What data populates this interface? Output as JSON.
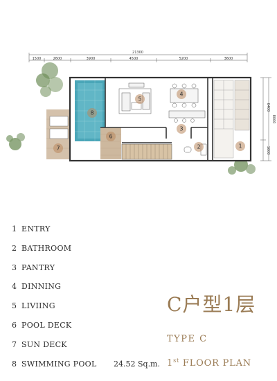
{
  "dimensions": {
    "total": "21300",
    "segments": [
      "1500",
      "2600",
      "3900",
      "4500",
      "5200",
      "3600"
    ],
    "right_total": "8000",
    "right_top": "6400",
    "right_bottom": "1600"
  },
  "rooms": [
    {
      "num": "1",
      "name": "ENTRY"
    },
    {
      "num": "2",
      "name": "BATHROOM"
    },
    {
      "num": "3",
      "name": "PANTRY"
    },
    {
      "num": "4",
      "name": "DINNING"
    },
    {
      "num": "5",
      "name": "LIVIING"
    },
    {
      "num": "6",
      "name": "POOL DECK"
    },
    {
      "num": "7",
      "name": "SUN DECK"
    },
    {
      "num": "8",
      "name": "SWIMMING POOL"
    }
  ],
  "area": "24.52  Sq.m.",
  "title_cn": "C户型1层",
  "type_label": "TYPE  C",
  "floor_ordinal": "1",
  "floor_suffix": "st",
  "floor_label": " FLOOR PLAN",
  "colors": {
    "accent_text": "#9a7b54",
    "room_marker": "#b9895f",
    "pool_water": "#4aa6b8",
    "deck_wood": "#c9b296",
    "wall": "#333333",
    "greenery": "#6f8f5a"
  }
}
